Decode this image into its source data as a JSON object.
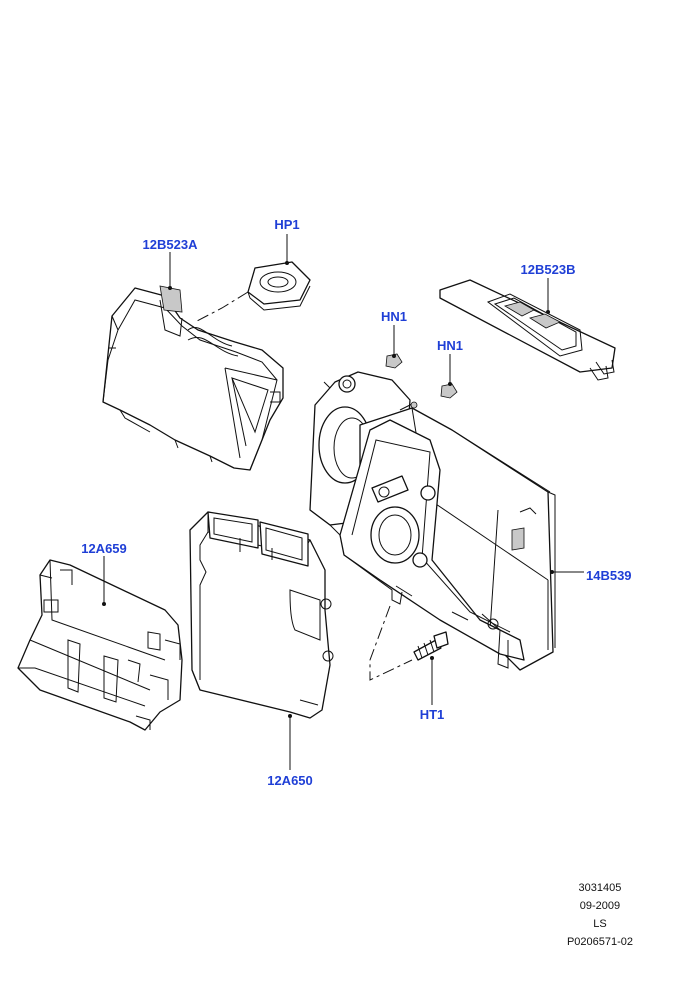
{
  "colors": {
    "callout": "#1f3fd6",
    "line": "#111111"
  },
  "callouts": {
    "hp1": "HP1",
    "b523a": "12B523A",
    "b523b": "12B523B",
    "hn1_left": "HN1",
    "hn1_right": "HN1",
    "a659": "12A659",
    "b539": "14B539",
    "ht1": "HT1",
    "a650": "12A650"
  },
  "meta": {
    "illustration_no": "3031405",
    "date": "09-2009",
    "model": "LS",
    "part_ref": "P0206571-02"
  }
}
